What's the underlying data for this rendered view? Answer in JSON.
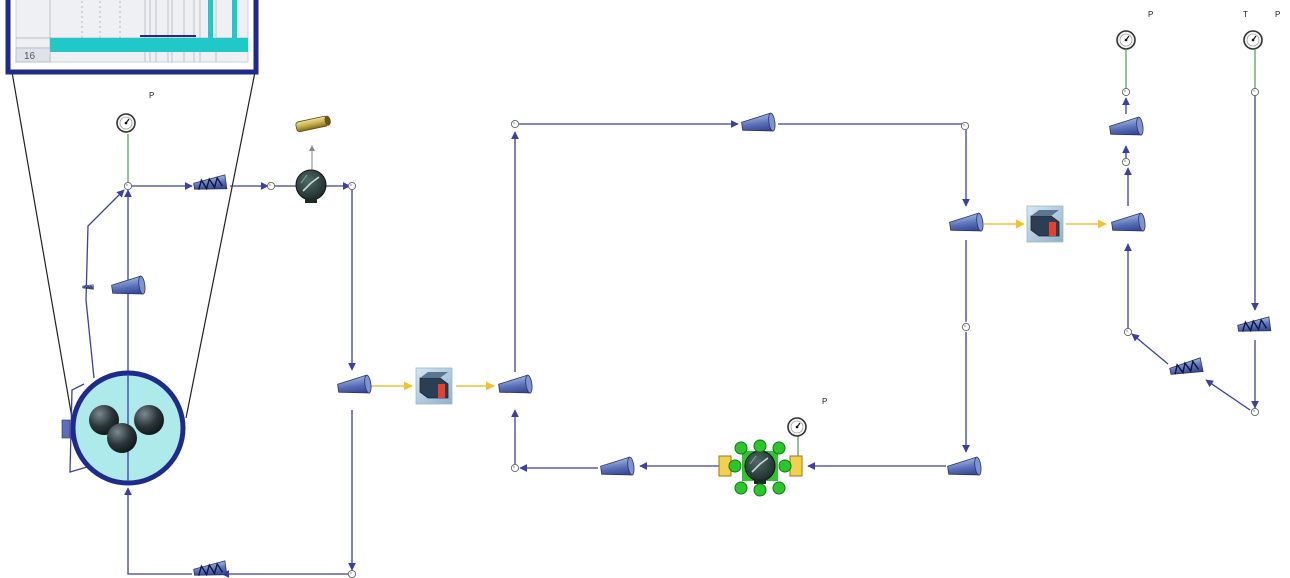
{
  "diagram": {
    "inset_table": {
      "row_label": "16"
    },
    "sensor_labels": {
      "inset_gauge": "P",
      "right_gauge_1": "P",
      "right_gauge_2_t": "T",
      "right_gauge_2_p": "P",
      "pump_gauge": "P"
    }
  },
  "colors": {
    "pipe": "#3b3fa6",
    "signal": "#f2c230",
    "sensor_line": "#5fa05f",
    "inset_border": "#1e2a8c",
    "inset_fill": "#aeeaea",
    "selection": "#2bc62b",
    "teal": "#20c8c8"
  },
  "icons": [
    "pressure-gauge-icon",
    "nozzle-icon",
    "spring-valve-icon",
    "pump-icon",
    "heat-exchanger-icon",
    "tank-cluster-icon",
    "cylinder-icon",
    "junction-icon"
  ]
}
